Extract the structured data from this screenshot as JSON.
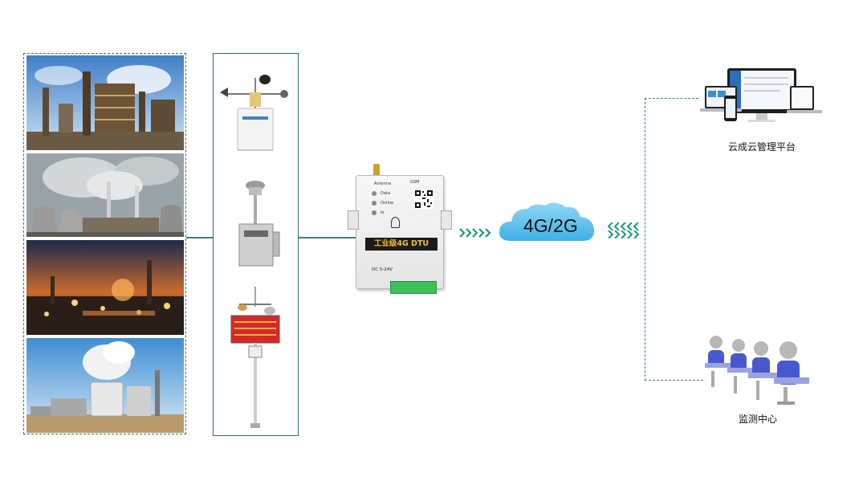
{
  "dtu": {
    "antenna_label": "Antenna",
    "gsm_label": "GSM",
    "indicators": [
      "Data",
      "Online",
      "io"
    ],
    "banner": "工业级4G DTU",
    "power_label": "DC 5-24V"
  },
  "network": {
    "cloud_label": "4G/2G"
  },
  "destinations": {
    "platform_label": "云成云管理平台",
    "monitoring_label": "监测中心"
  },
  "colors": {
    "frame": "#2f6a74",
    "connector_line": "#3a7f86",
    "chevron": "#1c9a6e",
    "cloud": "#5cc2ee",
    "dtu_banner_text": "#f0c02a"
  }
}
